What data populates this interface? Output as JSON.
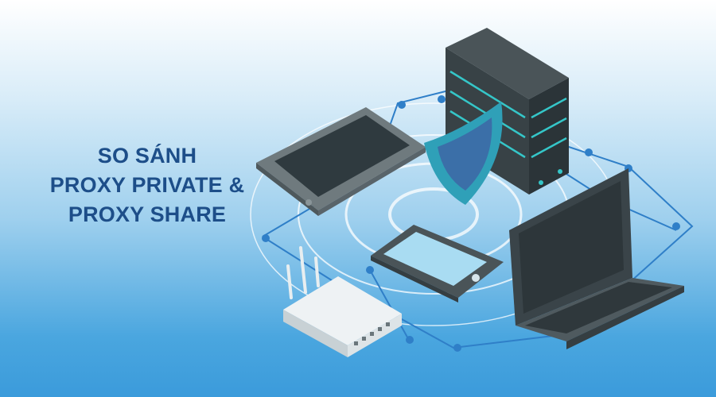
{
  "banner": {
    "title_lines": [
      "SO SÁNH",
      "PROXY PRIVATE &",
      "PROXY SHARE"
    ]
  },
  "colors": {
    "title": "#1d4e89",
    "device_dark": "#3a4449",
    "device_gray": "#7c878b",
    "screen": "#2f3a3f",
    "shield": "#2e9fb5",
    "network_line": "#2f7fc8"
  }
}
